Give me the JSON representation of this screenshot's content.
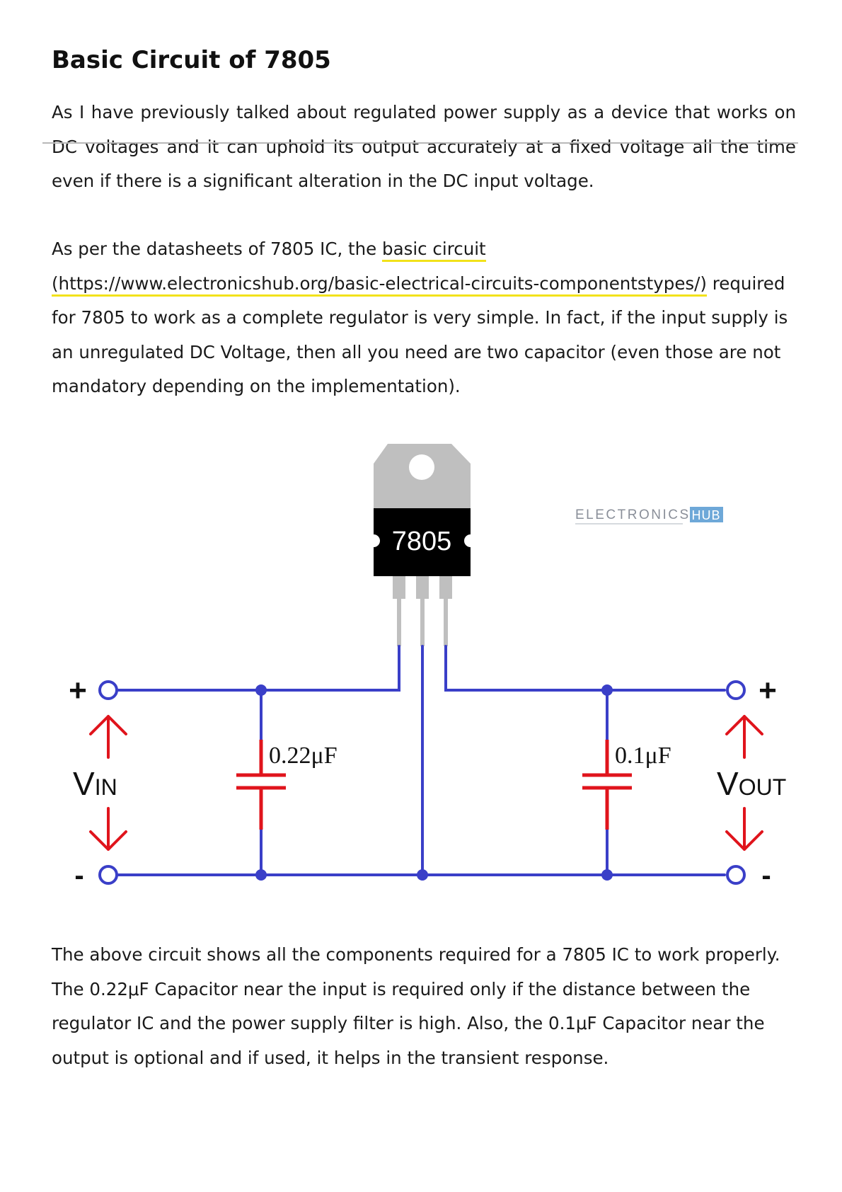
{
  "heading": "Basic Circuit of 7805",
  "paragraph1": "As I have previously talked about regulated power supply as a device that works on DC voltages and it can uphold its output accurately at a fixed voltage all the time even if there is a significant alteration in the DC input voltage.",
  "paragraph2": {
    "before_link": "As per the datasheets of 7805 IC, the ",
    "link_text": "basic circuit (https://www.electronicshub.org/basic-electrical-circuits-componentstypes/)",
    "after_link": " required for 7805 to work as a complete regulator is very simple. In fact, if the input supply is an unregulated DC Voltage, then all you need are two capacitor (even those are not mandatory depending on the implementation)."
  },
  "figure": {
    "ic_label": "7805",
    "watermark_left": "ELECTRONICS",
    "watermark_right": "HUB",
    "input_cap_label": "0.22μF",
    "output_cap_label": "0.1μF",
    "vin_main": "V",
    "vin_sub": "IN",
    "vout_main": "V",
    "vout_sub": "OUT",
    "plus_symbol": "+",
    "minus_symbol": "-",
    "wire_color": "#3a3fc8",
    "cap_color": "#e0141c",
    "ic_body_color": "#000000",
    "ic_tab_color": "#bfbfbf"
  },
  "paragraph3": "The above circuit shows all the components required for a 7805 IC to work properly. The 0.22μF Capacitor near the input is required only if the distance between the regulator IC and the power supply filter is high. Also, the 0.1μF Capacitor near the output is optional and if used, it helps in the transient response."
}
